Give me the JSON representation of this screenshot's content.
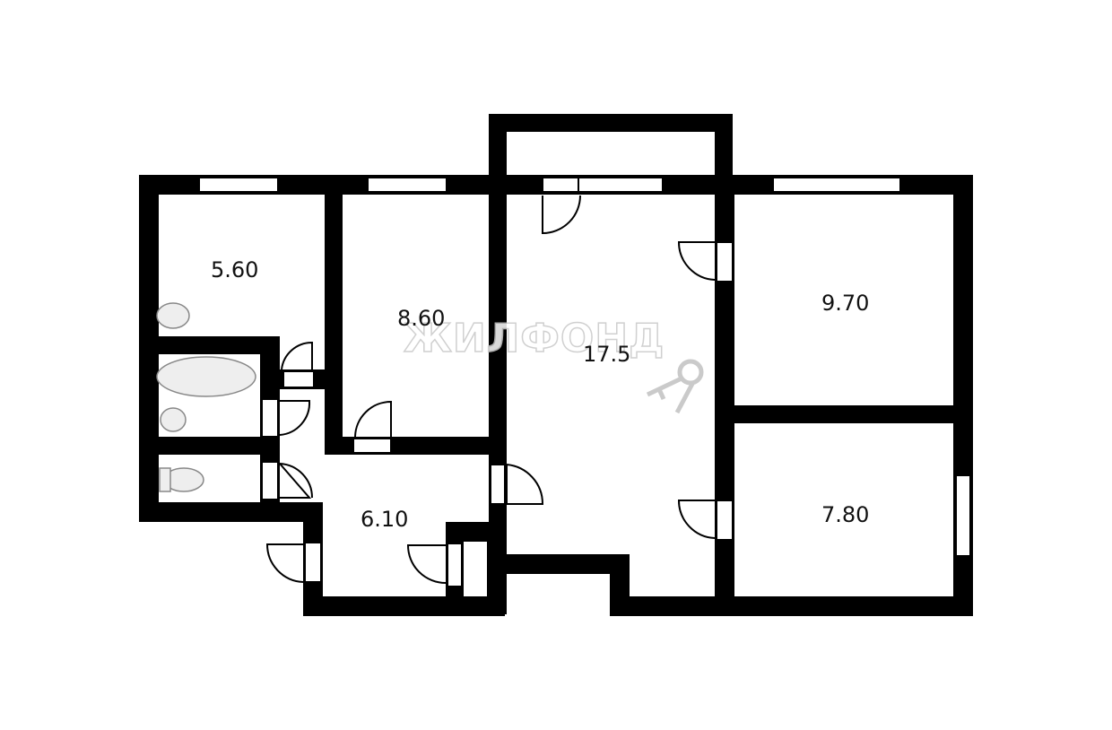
{
  "plan": {
    "rooms": [
      {
        "id": "room-1",
        "area": "5.60"
      },
      {
        "id": "room-2",
        "area": "8.60"
      },
      {
        "id": "room-3",
        "area": "17.5"
      },
      {
        "id": "room-4",
        "area": "9.70"
      },
      {
        "id": "room-5",
        "area": "7.80"
      },
      {
        "id": "room-6",
        "area": "6.10"
      }
    ],
    "watermark": "ЖИЛФОНД",
    "colors": {
      "wall": "#000000",
      "background": "#ffffff"
    }
  }
}
